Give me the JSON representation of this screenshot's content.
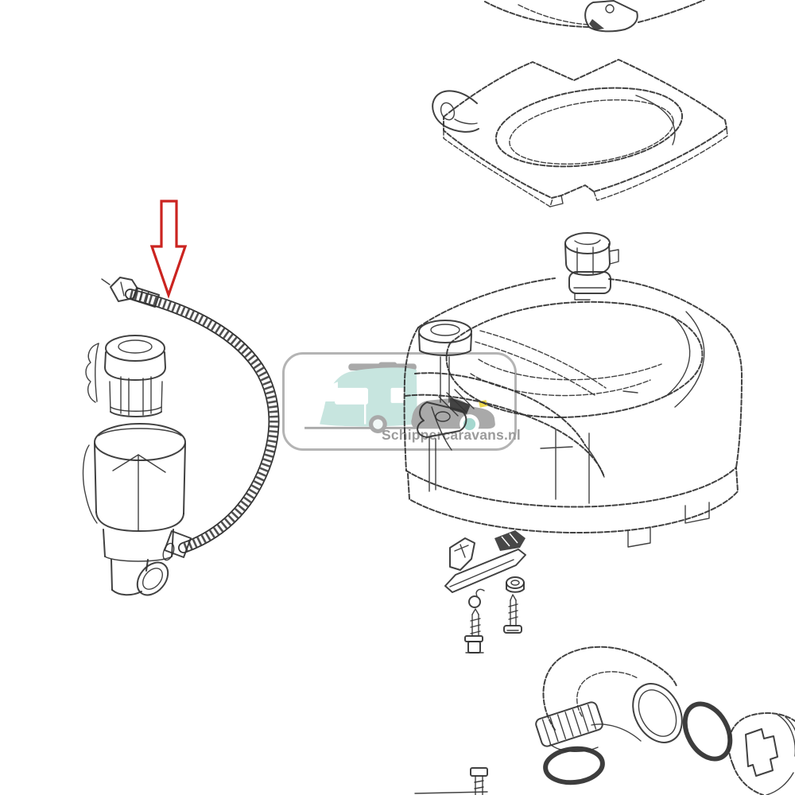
{
  "watermark": {
    "text": "Schippercaravans.nl"
  },
  "diagram": {
    "style": "black-and-white exploded parts line drawing",
    "subject": "portable camping toilet (porta-potti) spare parts",
    "highlight": "red arrow pointing to corrugated bellows-pump hose",
    "parts_visible": [
      "lid-fragment",
      "seat-ring",
      "water-fill-cap",
      "toilet-bowl-tank",
      "tank-pump-installed",
      "bellows-pump-cap",
      "pump-body",
      "corrugated-hose",
      "mount-bracket",
      "hex-nut",
      "screws",
      "elbow-discharge-pipe",
      "o-ring-small",
      "o-ring-large",
      "discharge-cap-fitting",
      "bottom-screw"
    ]
  },
  "colors": {
    "background": "#ffffff",
    "line": "#333333",
    "arrow_red": "#cb2420",
    "logo_border": "#b4b4b4",
    "logo_gray": "#a9a9a9",
    "logo_teal": "#c7e5df",
    "logo_teal_light": "#a5d8cf",
    "logo_yellow": "#ecd74f",
    "watermark_text": "#9b9b9b"
  }
}
